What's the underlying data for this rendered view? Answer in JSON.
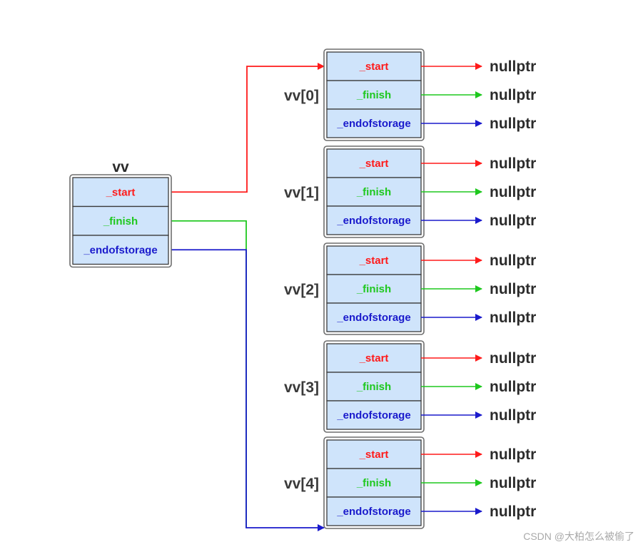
{
  "outer": {
    "title": "vv",
    "fields": [
      "_start",
      "_finish",
      "_endofstorage"
    ]
  },
  "elements": [
    {
      "label": "vv[0]",
      "fields": [
        "_start",
        "_finish",
        "_endofstorage"
      ],
      "targets": [
        "nullptr",
        "nullptr",
        "nullptr"
      ]
    },
    {
      "label": "vv[1]",
      "fields": [
        "_start",
        "_finish",
        "_endofstorage"
      ],
      "targets": [
        "nullptr",
        "nullptr",
        "nullptr"
      ]
    },
    {
      "label": "vv[2]",
      "fields": [
        "_start",
        "_finish",
        "_endofstorage"
      ],
      "targets": [
        "nullptr",
        "nullptr",
        "nullptr"
      ]
    },
    {
      "label": "vv[3]",
      "fields": [
        "_start",
        "_finish",
        "_endofstorage"
      ],
      "targets": [
        "nullptr",
        "nullptr",
        "nullptr"
      ]
    },
    {
      "label": "vv[4]",
      "fields": [
        "_start",
        "_finish",
        "_endofstorage"
      ],
      "targets": [
        "nullptr",
        "nullptr",
        "nullptr"
      ]
    }
  ],
  "watermark": "CSDN @大柏怎么被偷了",
  "colors": {
    "start": "#ff1a1a",
    "finish": "#1ec81e",
    "endofstorage": "#1a1acc",
    "cell_fill": "#cfe4fb",
    "frame": "#6e6e6e"
  }
}
